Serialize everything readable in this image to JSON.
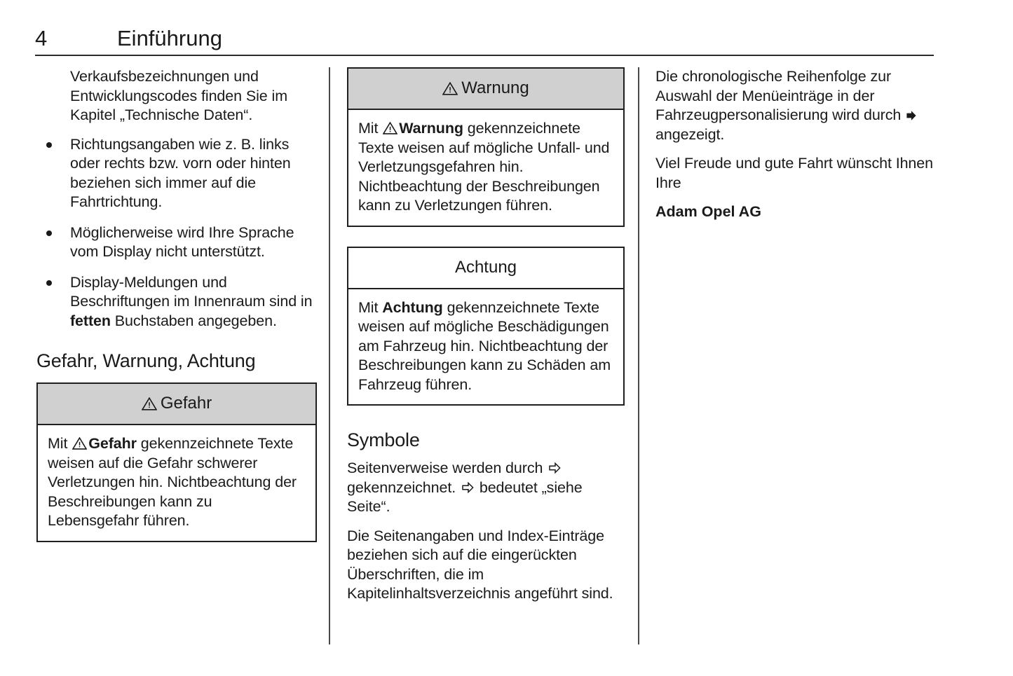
{
  "header": {
    "page_number": "4",
    "chapter_title": "Einführung"
  },
  "column1": {
    "intro_paragraph": "Verkaufsbezeichnungen und Entwicklungscodes finden Sie im Kapitel „Technische Daten“.",
    "bullets": [
      "Richtungsangaben wie z. B. links oder rechts bzw. vorn oder hinten beziehen sich immer auf die Fahrtrichtung.",
      "Möglicherweise wird Ihre Sprache vom Display nicht unterstützt.",
      {
        "before": "Display-Meldungen und Beschriftungen im Innenraum sind in ",
        "bold": "fetten",
        "after": " Buchstaben angegeben."
      }
    ],
    "heading": "Gefahr, Warnung, Achtung",
    "danger_box": {
      "icon": "warning-triangle-icon",
      "title": "Gefahr",
      "body_before": "Mit ",
      "body_bold": "Gefahr",
      "body_after": " gekennzeichnete Texte weisen auf die Gefahr schwerer Verletzungen hin. Nichtbeachtung der Beschreibungen kann zu Lebensgefahr führen."
    }
  },
  "column2": {
    "warning_box": {
      "icon": "warning-triangle-icon",
      "title": "Warnung",
      "body_before": "Mit ",
      "body_bold": "Warnung",
      "body_after": " gekennzeichnete Texte weisen auf mögliche Unfall- und Verletzungsgefahren hin. Nichtbeachtung der Beschreibungen kann zu Verletzungen führen."
    },
    "caution_box": {
      "title": "Achtung",
      "body_before": "Mit ",
      "body_bold": "Achtung",
      "body_after": " gekennzeichnete Texte weisen auf mögliche Beschädigungen am Fahrzeug hin. Nichtbeachtung der Beschreibungen kann zu Schäden am Fahrzeug führen."
    },
    "symbols_heading": "Symbole",
    "symbols_paragraph_1a": "Seitenverweise werden durch ",
    "symbols_paragraph_1b": " gekennzeichnet. ",
    "symbols_paragraph_1c": " bedeutet „siehe Seite“.",
    "symbols_paragraph_2": "Die Seitenangaben und Index-Einträge beziehen sich auf die eingerückten Überschriften, die im Kapitelinhaltsverzeichnis angeführt sind."
  },
  "column3": {
    "paragraph_1a": "Die chronologische Reihenfolge zur Auswahl der Menüeinträge in der Fahrzeugpersonalisierung wird durch ",
    "paragraph_1b": " angezeigt.",
    "paragraph_2": "Viel Freude und gute Fahrt wünscht Ihnen Ihre",
    "signature": "Adam Opel AG"
  },
  "icons": {
    "warning_triangle": "warning-triangle-icon",
    "arrow_hollow_right": "hollow-right-arrow-icon",
    "arrow_solid_right": "solid-right-arrow-icon"
  },
  "colors": {
    "text": "#1a1a1a",
    "rule": "#2b2b2b",
    "box_border": "#1f1f1f",
    "box_header_fill": "#d0d0d0",
    "divider": "#4a4a4a",
    "page_background": "#ffffff"
  }
}
